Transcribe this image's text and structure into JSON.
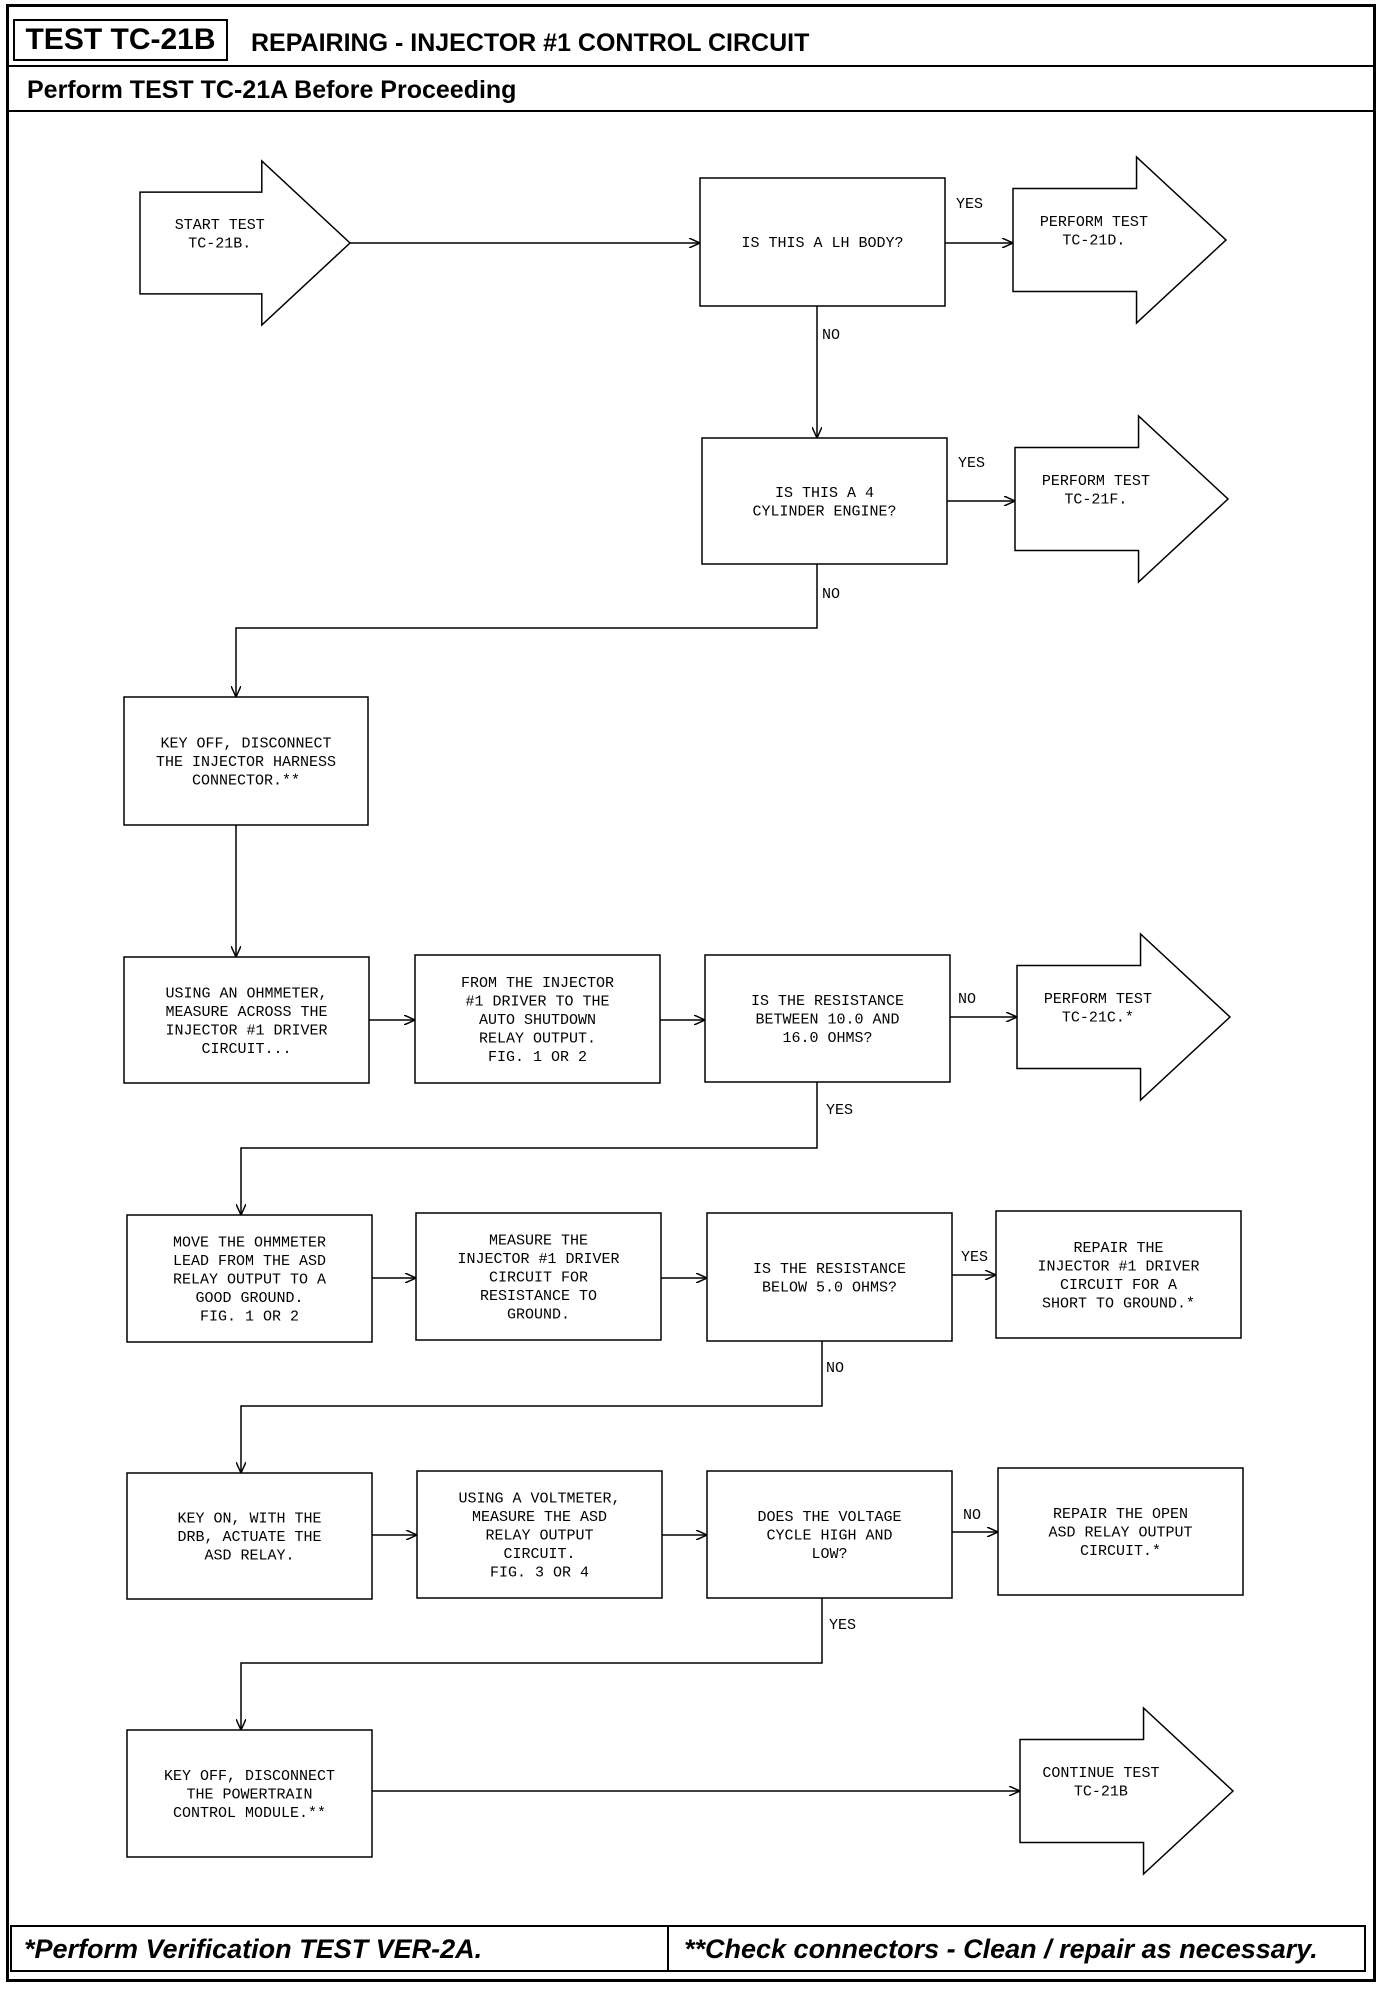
{
  "header": {
    "test_id": "TEST TC-21B",
    "title": "REPAIRING - INJECTOR #1 CONTROL CIRCUIT",
    "subtitle": "Perform TEST TC-21A Before Proceeding"
  },
  "footer": {
    "left": "*Perform Verification TEST VER-2A.",
    "right": "**Check connectors - Clean / repair as necessary."
  },
  "nodes": {
    "start": [
      "START TEST",
      "TC-21B."
    ],
    "q_lh": [
      "IS THIS A LH BODY?"
    ],
    "to_21d": [
      "PERFORM TEST",
      "TC-21D."
    ],
    "q_4cyl": [
      "IS THIS A 4",
      "CYLINDER ENGINE?"
    ],
    "to_21f": [
      "PERFORM TEST",
      "TC-21F."
    ],
    "key_off_harness": [
      "KEY OFF, DISCONNECT",
      "THE INJECTOR HARNESS",
      "CONNECTOR.**"
    ],
    "ohm_measure": [
      "USING AN OHMMETER,",
      "MEASURE ACROSS THE",
      "INJECTOR #1 DRIVER",
      "CIRCUIT..."
    ],
    "from_injector": [
      "FROM THE INJECTOR",
      "#1 DRIVER TO THE",
      "AUTO SHUTDOWN",
      "RELAY OUTPUT.",
      "FIG. 1 OR 2"
    ],
    "q_resistance": [
      "IS THE RESISTANCE",
      "BETWEEN 10.0 AND",
      "16.0 OHMS?"
    ],
    "to_21c": [
      "PERFORM TEST",
      "TC-21C.*"
    ],
    "move_lead": [
      "MOVE THE OHMMETER",
      "LEAD FROM THE ASD",
      "RELAY OUTPUT TO A",
      "GOOD GROUND.",
      "FIG. 1 OR 2"
    ],
    "measure_ground": [
      "MEASURE THE",
      "INJECTOR #1 DRIVER",
      "CIRCUIT FOR",
      "RESISTANCE TO",
      "GROUND."
    ],
    "q_below5": [
      "IS THE RESISTANCE",
      "BELOW 5.0 OHMS?"
    ],
    "repair_short": [
      "REPAIR THE",
      "INJECTOR #1 DRIVER",
      "CIRCUIT FOR A",
      "SHORT TO GROUND.*"
    ],
    "key_on": [
      "KEY ON, WITH THE",
      "DRB, ACTUATE THE",
      "ASD RELAY."
    ],
    "voltmeter": [
      "USING A VOLTMETER,",
      "MEASURE THE ASD",
      "RELAY OUTPUT",
      "CIRCUIT.",
      "FIG. 3 OR 4"
    ],
    "q_voltage": [
      "DOES THE VOLTAGE",
      "CYCLE HIGH AND",
      "LOW?"
    ],
    "repair_open": [
      "REPAIR THE OPEN",
      "ASD RELAY OUTPUT",
      "CIRCUIT.*"
    ],
    "key_off_pcm": [
      "KEY OFF, DISCONNECT",
      "THE POWERTRAIN",
      "CONTROL MODULE.**"
    ],
    "continue": [
      "CONTINUE TEST",
      "TC-21B"
    ]
  },
  "edge_labels": {
    "lh_yes": "YES",
    "lh_no": "NO",
    "cyl_yes": "YES",
    "cyl_no": "NO",
    "res_no": "NO",
    "res_yes": "YES",
    "below5_yes": "YES",
    "below5_no": "NO",
    "volt_no": "NO",
    "volt_yes": "YES"
  }
}
